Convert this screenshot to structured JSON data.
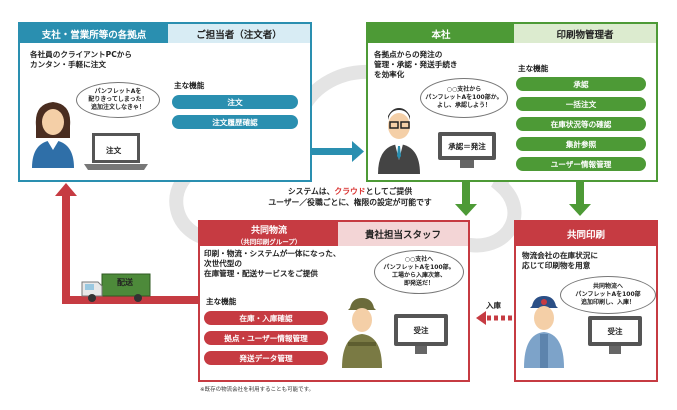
{
  "colors": {
    "blue": "#2a8fb0",
    "blue_light": "#d8ecf4",
    "green": "#4d9a36",
    "green_light": "#dcebcf",
    "red": "#c63b42",
    "red_light": "#f3d5d6"
  },
  "branch": {
    "title": "支社・営業所等の各拠点",
    "sub": "ご担当者（注文者）",
    "desc_1": "各社員のクライアントPCから",
    "desc_2": "カンタン・手軽に注文",
    "bubble_1": "パンフレットAを",
    "bubble_2": "配りきってしまった！",
    "bubble_3": "追加注文しなきゃ！",
    "screen": "注文",
    "features_title": "主な機能",
    "features": [
      "注文",
      "注文履歴確認"
    ]
  },
  "hq": {
    "title": "本社",
    "sub": "印刷物管理者",
    "desc_1": "各拠点からの発注の",
    "desc_2": "管理・承認・発送手続き",
    "desc_3": "を効率化",
    "bubble_1": "○○支社から",
    "bubble_2": "パンフレットAを100部か。",
    "bubble_3": "よし、承認しよう！",
    "screen": "承認＝発注",
    "features_title": "主な機能",
    "features": [
      "承認",
      "一括注文",
      "在庫状況等の確認",
      "集計参照",
      "ユーザー情報管理"
    ]
  },
  "cloud": {
    "line1_pre": "システムは、",
    "line1_em": "クラウド",
    "line1_post": "としてご提供",
    "line2": "ユーザー／役職ごとに、権限の設定が可能です"
  },
  "logistics": {
    "title": "共同物流",
    "title_sub": "（共同印刷グループ）",
    "sub": "貴社担当スタッフ",
    "desc_1": "印刷・物流・システムが一体になった、",
    "desc_2": "次世代型の",
    "desc_3": "在庫管理・配送サービスをご提供",
    "bubble_1": "○○支社へ",
    "bubble_2": "パンフレットAを100部。",
    "bubble_3": "工場から入庫次第、",
    "bubble_4": "即発送だ！",
    "screen": "受注",
    "features_title": "主な機能",
    "features": [
      "在庫・入庫確認",
      "拠点・ユーザー情報管理",
      "発送データ管理"
    ],
    "note": "※既存の物流会社を利用することも可能です。"
  },
  "printing": {
    "title": "共同印刷",
    "desc_1": "物流会社の在庫状況に",
    "desc_2": "応じて印刷物を用意",
    "bubble_1": "共同物流へ",
    "bubble_2": "パンフレットAを100部",
    "bubble_3": "追加印刷し、入庫！",
    "screen": "受注"
  },
  "labels": {
    "delivery": "配送",
    "receiving": "入庫"
  }
}
